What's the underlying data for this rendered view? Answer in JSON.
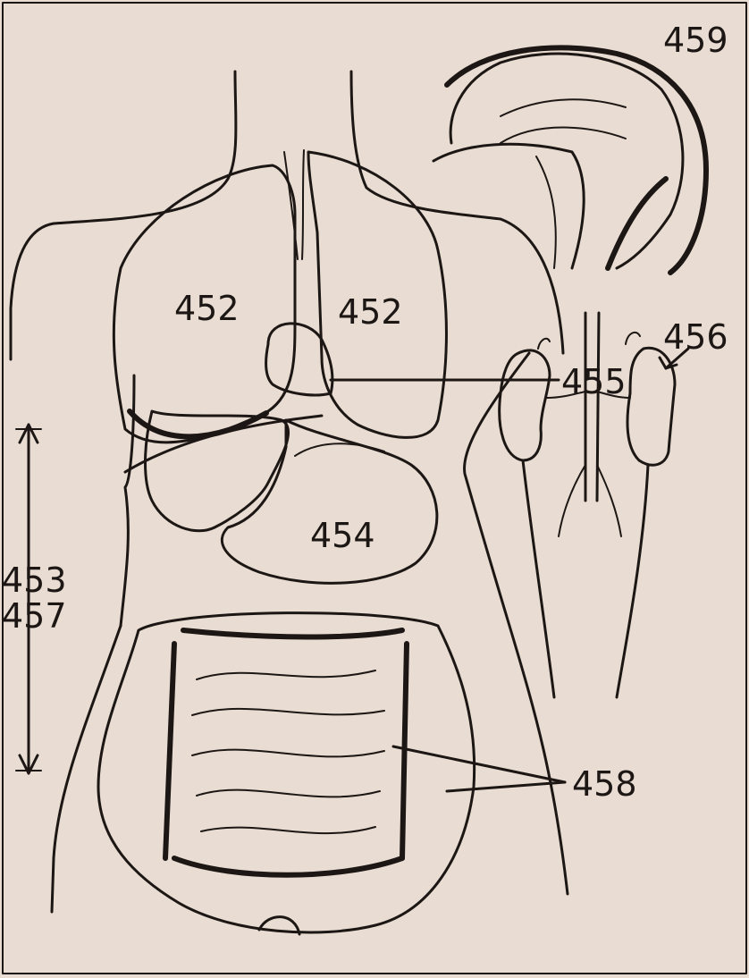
{
  "labels": {
    "lungs_left": "452",
    "lungs_right": "452",
    "heart": "455",
    "stomach": "454",
    "kidneys": "456",
    "brain": "459",
    "intestines": "458",
    "range_top": "453",
    "range_bottom": "457"
  },
  "colors": {
    "paper": "#e9dcd2",
    "ink": "#1c1714"
  }
}
